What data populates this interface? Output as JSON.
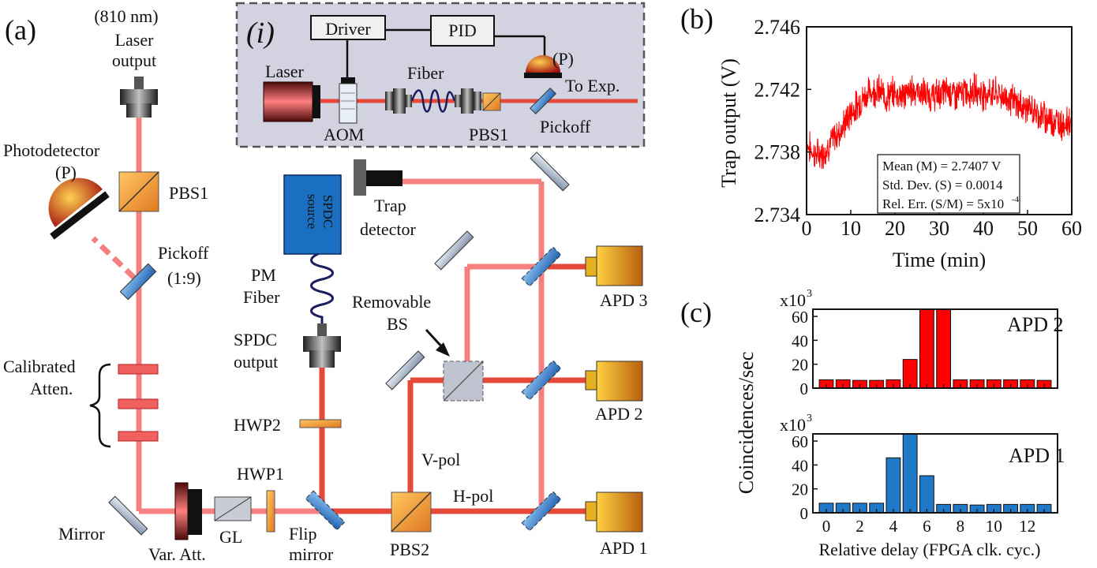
{
  "panel_a": {
    "letter": "(a)",
    "inset_letter": "(i)",
    "laser_wavelength": "(810 nm)",
    "laser_output": [
      "Laser",
      "output"
    ],
    "photodetector": [
      "Photodetector",
      "(P)"
    ],
    "pbs1": "PBS1",
    "pickoff": [
      "Pickoff",
      "(1:9)"
    ],
    "calibrated_atten": [
      "Calibrated",
      "Atten."
    ],
    "mirror": "Mirror",
    "var_att": "Var. Att.",
    "gl": "GL",
    "hwp1": "HWP1",
    "flip_mirror": [
      "Flip",
      "mirror"
    ],
    "pbs2": "PBS2",
    "hwp2": "HWP2",
    "spdc_output": [
      "SPDC",
      "output"
    ],
    "pm_fiber": [
      "PM",
      "Fiber"
    ],
    "spdc_source": [
      "SPDC",
      "source"
    ],
    "trap_detector": [
      "Trap",
      "detector"
    ],
    "removable_bs": [
      "Removable",
      "BS"
    ],
    "v_pol": "V-pol",
    "h_pol": "H-pol",
    "apd3": "APD 3",
    "apd2": "APD 2",
    "apd1": "APD 1",
    "inset": {
      "driver": "Driver",
      "pid": "PID",
      "p": "(P)",
      "laser": "Laser",
      "fiber": "Fiber",
      "to_exp": "To Exp.",
      "aom": "AOM",
      "pbs1": "PBS1",
      "pickoff": "Pickoff"
    }
  },
  "panel_b": {
    "letter": "(b)"
  },
  "panel_c": {
    "letter": "(c)",
    "ylabel": "Coincidences/sec"
  },
  "colors": {
    "beam_weak": "#f48080",
    "beam_strong": "#e6483a",
    "inset_bg": "#d3d2e0",
    "red_bar": "#ff0000",
    "blue_bar": "#1f78c8",
    "spdc_blue": "#1a6fc0",
    "apd_gold": "#e0a020"
  },
  "chart_data": [
    {
      "type": "line",
      "xlabel": "Time (min)",
      "ylabel": "Trap output (V)",
      "xlim": [
        0,
        60
      ],
      "ylim": [
        2.734,
        2.746
      ],
      "xticks": [
        0,
        10,
        20,
        30,
        40,
        50,
        60
      ],
      "yticks": [
        2.734,
        2.738,
        2.742,
        2.746
      ],
      "ytick_labels": [
        "2.734",
        "2.738",
        "2.742",
        "2.746"
      ],
      "series": [
        {
          "x": [
            0,
            2,
            4,
            6,
            8,
            10,
            12,
            14,
            16,
            18,
            20,
            22,
            24,
            26,
            28,
            30,
            32,
            34,
            36,
            38,
            40,
            42,
            44,
            46,
            48,
            50,
            52,
            54,
            56,
            58,
            60
          ],
          "y": [
            2.7385,
            2.7378,
            2.738,
            2.7388,
            2.7395,
            2.7405,
            2.7412,
            2.7418,
            2.742,
            2.7415,
            2.7418,
            2.7416,
            2.742,
            2.7418,
            2.7415,
            2.7417,
            2.7419,
            2.7416,
            2.7418,
            2.742,
            2.7417,
            2.7418,
            2.7416,
            2.7414,
            2.741,
            2.7408,
            2.7405,
            2.7402,
            2.74,
            2.7398,
            2.74
          ],
          "color": "#ff0000"
        }
      ],
      "annotation": [
        "Mean (M) = 2.7407 V",
        "Std. Dev. (S) = 0.0014",
        "Rel. Err. (S/M) = 5x10",
        "-4"
      ]
    },
    {
      "type": "bar",
      "label": "APD 2",
      "scale_label": "x10",
      "scale_exp": "3",
      "categories": [
        0,
        1,
        2,
        3,
        4,
        5,
        6,
        7,
        8,
        9,
        10,
        11,
        12,
        13
      ],
      "values": [
        7,
        7,
        6.5,
        6.5,
        7,
        24,
        66,
        66,
        7,
        7,
        7,
        7,
        7,
        6.5
      ],
      "ylim": [
        0,
        66
      ],
      "yticks": [
        0,
        20,
        40,
        60
      ],
      "color": "#ff0000"
    },
    {
      "type": "bar",
      "label": "APD 1",
      "scale_label": "x10",
      "scale_exp": "3",
      "categories": [
        0,
        1,
        2,
        3,
        4,
        5,
        6,
        7,
        8,
        9,
        10,
        11,
        12,
        13
      ],
      "values": [
        8,
        8,
        8,
        8,
        46,
        66,
        31,
        7,
        7,
        6.5,
        7,
        7,
        7,
        7
      ],
      "ylim": [
        0,
        66
      ],
      "yticks": [
        0,
        20,
        40,
        60
      ],
      "xticks": [
        0,
        2,
        4,
        6,
        8,
        10,
        12
      ],
      "xlabel": "Relative delay (FPGA clk. cyc.)",
      "color": "#1f78c8"
    }
  ]
}
